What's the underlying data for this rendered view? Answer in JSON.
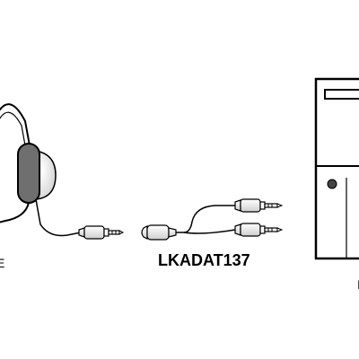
{
  "diagram": {
    "product_code": "LKADAT137",
    "left_label_fragment": "E",
    "right_label_fragment": "I",
    "components": {
      "headset": {
        "icon": "headset-icon"
      },
      "headset_plug": {
        "icon": "audio-plug-icon"
      },
      "adapter": {
        "icon": "splitter-cable-icon"
      },
      "computer": {
        "icon": "pc-tower-icon"
      }
    },
    "colors": {
      "stroke": "#000000",
      "fill_light": "#ffffff",
      "fill_shade": "#b8b8b8",
      "fill_dark": "#6f6f6f"
    }
  }
}
